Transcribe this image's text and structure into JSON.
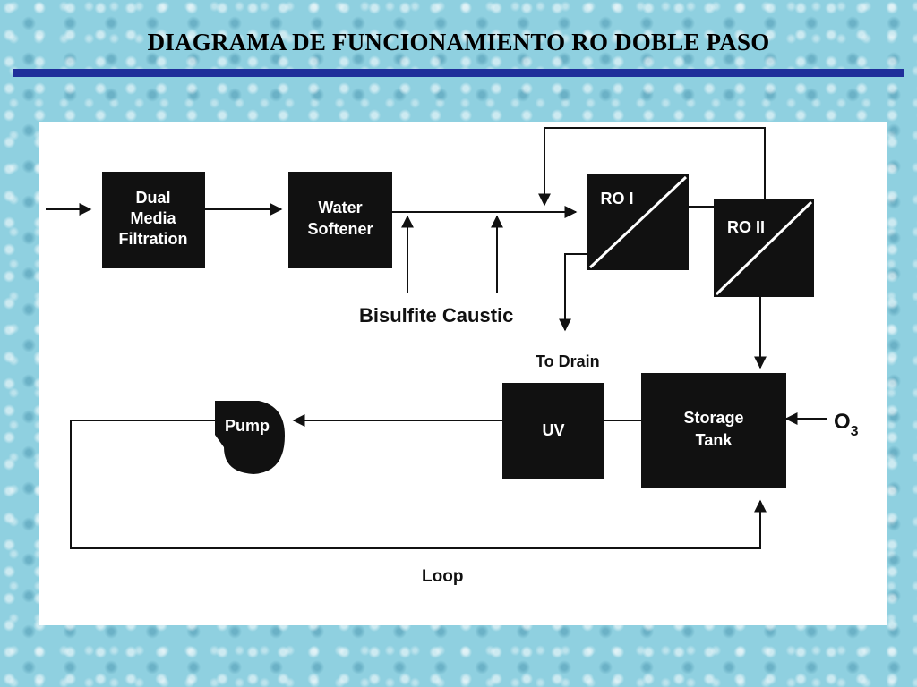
{
  "title": "DIAGRAMA DE FUNCIONAMIENTO RO DOBLE PASO",
  "colors": {
    "title_rule": "#1f2f9a",
    "box_fill": "#111111",
    "panel": "#ffffff",
    "background": "#8fd0e0"
  },
  "diagram": {
    "boxes": {
      "dual_media": [
        "Dual",
        "Media",
        "Filtration"
      ],
      "softener": [
        "Water",
        "Softener"
      ],
      "ro1": "RO I",
      "ro2": "RO II",
      "uv": "UV",
      "storage": [
        "Storage",
        "Tank"
      ],
      "pump": "Pump"
    },
    "labels": {
      "chemicals": "Bisulfite Caustic",
      "drain": "To Drain",
      "loop": "Loop",
      "ozone": "O",
      "ozone_sub": "3"
    }
  }
}
